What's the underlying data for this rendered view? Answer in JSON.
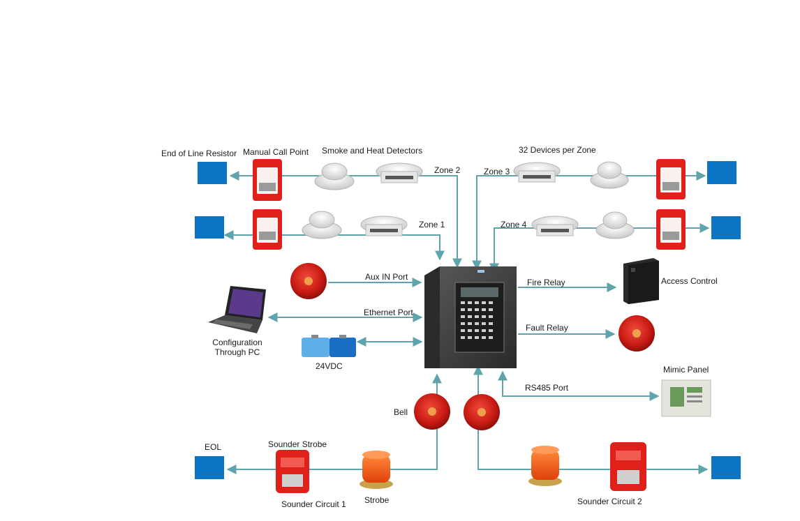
{
  "labels": {
    "eol_resistor": "End of Line Resistor",
    "manual_call_point": "Manual Call Point",
    "smoke_heat": "Smoke and Heat Detectors",
    "devices_per_zone": "32 Devices per Zone",
    "zone1": "Zone 1",
    "zone2": "Zone 2",
    "zone3": "Zone 3",
    "zone4": "Zone 4",
    "aux_in": "Aux IN Port",
    "ethernet": "Ethernet Port",
    "fire_relay": "Fire Relay",
    "fault_relay": "Fault Relay",
    "access_control": "Access Control",
    "config_pc": "Configuration Through PC",
    "vdc": "24VDC",
    "rs485": "RS485 Port",
    "mimic_panel": "Mimic Panel",
    "bell": "Bell",
    "eol": "EOL",
    "sounder_strobe": "Sounder Strobe",
    "sounder_circuit1": "Sounder Circuit 1",
    "strobe": "Strobe",
    "sounder_circuit2": "Sounder Circuit 2"
  },
  "colors": {
    "wire": "#5fa3ad",
    "eol_block": "#0b74c4",
    "call_point": "#e0201b",
    "bell": "#d7261b",
    "strobe": "#f05a10",
    "panel": "#3a3a3a"
  },
  "icons": [
    "call-point-icon",
    "smoke-detector-icon",
    "heat-detector-icon",
    "bell-icon",
    "laptop-icon",
    "battery-icon",
    "access-control-icon",
    "mimic-panel-icon",
    "strobe-icon",
    "sounder-strobe-icon",
    "control-panel-icon"
  ]
}
